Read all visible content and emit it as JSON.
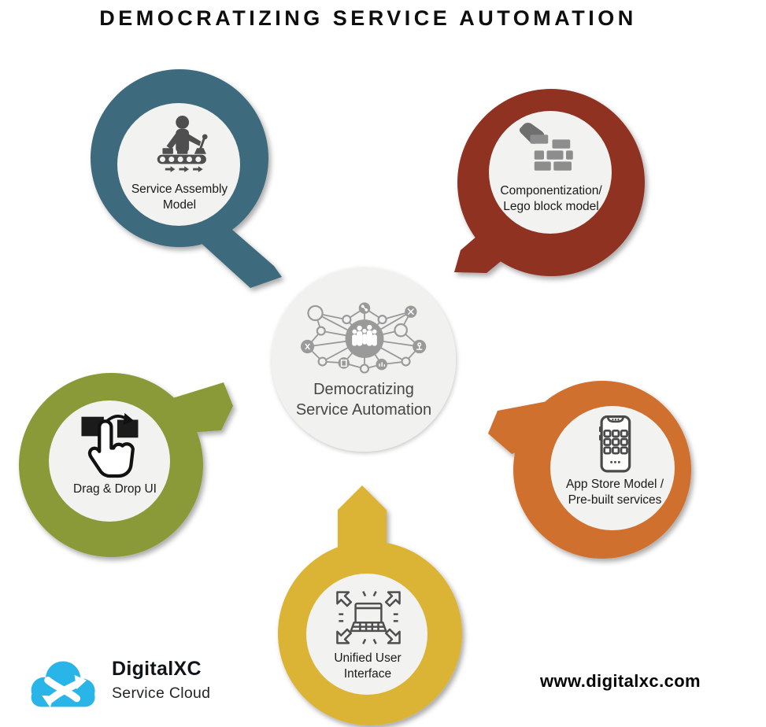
{
  "title": "DEMOCRATIZING SERVICE AUTOMATION",
  "center": {
    "label_lines": [
      "Democratizing",
      "Service Automation"
    ],
    "icon": "people-network-icon",
    "bg_color": "#f1f1ef",
    "text_color": "#474747"
  },
  "nodes": [
    {
      "id": "service-assembly",
      "label_lines": [
        "Service Assembly",
        "Model"
      ],
      "color": "#3e6b7d",
      "icon": "assembly-line-icon"
    },
    {
      "id": "componentization",
      "label_lines": [
        "Componentization/",
        "Lego block model"
      ],
      "color": "#8f3221",
      "icon": "hand-brick-wall-icon"
    },
    {
      "id": "drag-drop-ui",
      "label_lines": [
        "Drag & Drop UI"
      ],
      "color": "#8a9a38",
      "icon": "drag-drop-hand-icon"
    },
    {
      "id": "app-store",
      "label_lines": [
        "App Store Model /",
        "Pre-built services"
      ],
      "color": "#d0702d",
      "icon": "smartphone-app-grid-icon"
    },
    {
      "id": "unified-ui",
      "label_lines": [
        "Unified User",
        "Interface"
      ],
      "color": "#dcb436",
      "icon": "expanding-device-icon"
    }
  ],
  "footer": {
    "brand_name": "DigitalXC",
    "brand_tagline": "Service Cloud",
    "website": "www.digitalxc.com",
    "logo_color": "#29b5e8"
  },
  "palette": {
    "background": "#ffffff",
    "inner_circle": "#f2f2f0",
    "icon_gray": "#4f4f4f",
    "network_gray": "#9a9a9a",
    "label_text": "#1a1a1a"
  }
}
